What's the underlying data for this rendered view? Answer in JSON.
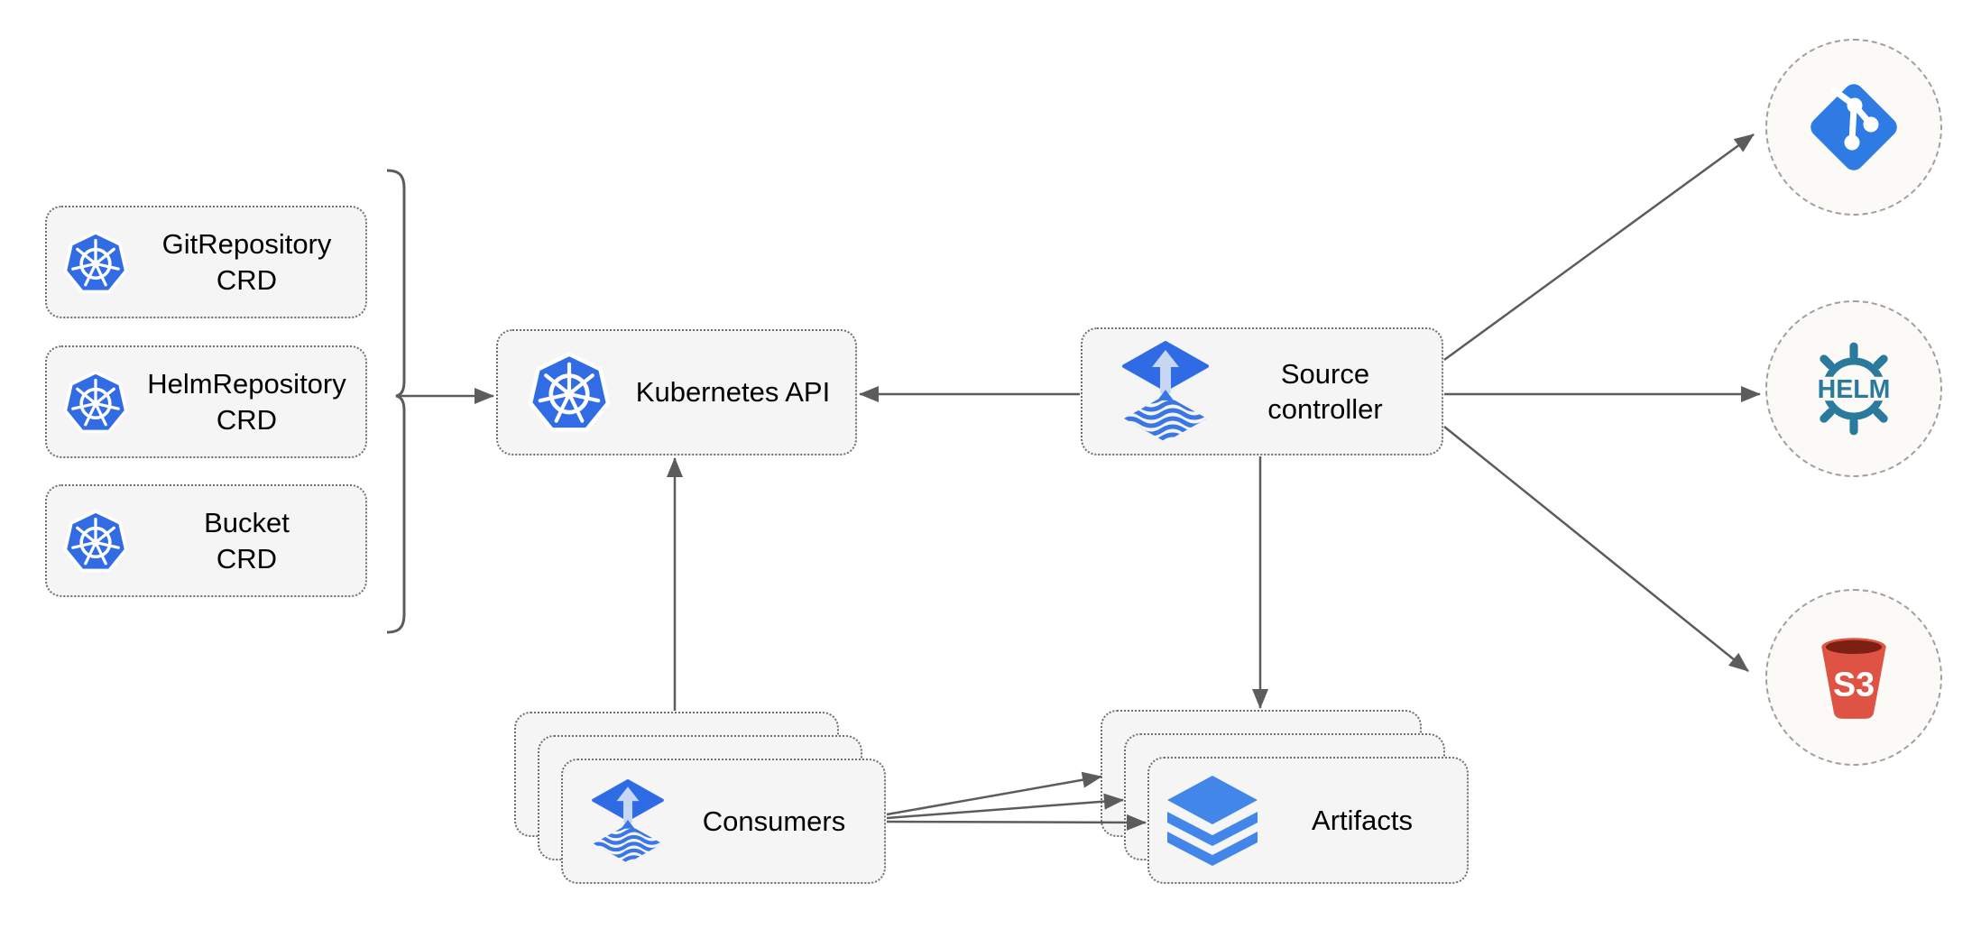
{
  "nodes": {
    "crds": [
      {
        "line1": "GitRepository",
        "line2": "CRD"
      },
      {
        "line1": "HelmRepository",
        "line2": "CRD"
      },
      {
        "line1": "Bucket",
        "line2": "CRD"
      }
    ],
    "kubernetes_api": {
      "label": "Kubernetes API"
    },
    "source_controller": {
      "line1": "Source",
      "line2": "controller"
    },
    "consumers": {
      "label": "Consumers"
    },
    "artifacts": {
      "label": "Artifacts"
    }
  },
  "external_targets": {
    "git": {
      "icon": "git-icon"
    },
    "helm": {
      "icon": "helm-icon",
      "text": "HELM"
    },
    "s3": {
      "icon": "s3-bucket-icon",
      "text": "S3"
    }
  },
  "icons": [
    "kubernetes-icon",
    "flux-icon",
    "layers-icon",
    "git-icon",
    "helm-icon",
    "s3-bucket-icon"
  ],
  "colors": {
    "kubernetes_blue": "#326CE5",
    "flux_blue": "#2F6BE4",
    "flux_arrow_pale": "#C7D7F3",
    "artifact_layers_blue": "#4286E9",
    "git_blue": "#2E7CE3",
    "helm_teal": "#2A7A9D",
    "s3_red": "#DF5345",
    "s3_dark_red": "#7B2013",
    "box_fill": "#F5F5F5",
    "arrow_gray": "#5C5C5C"
  }
}
